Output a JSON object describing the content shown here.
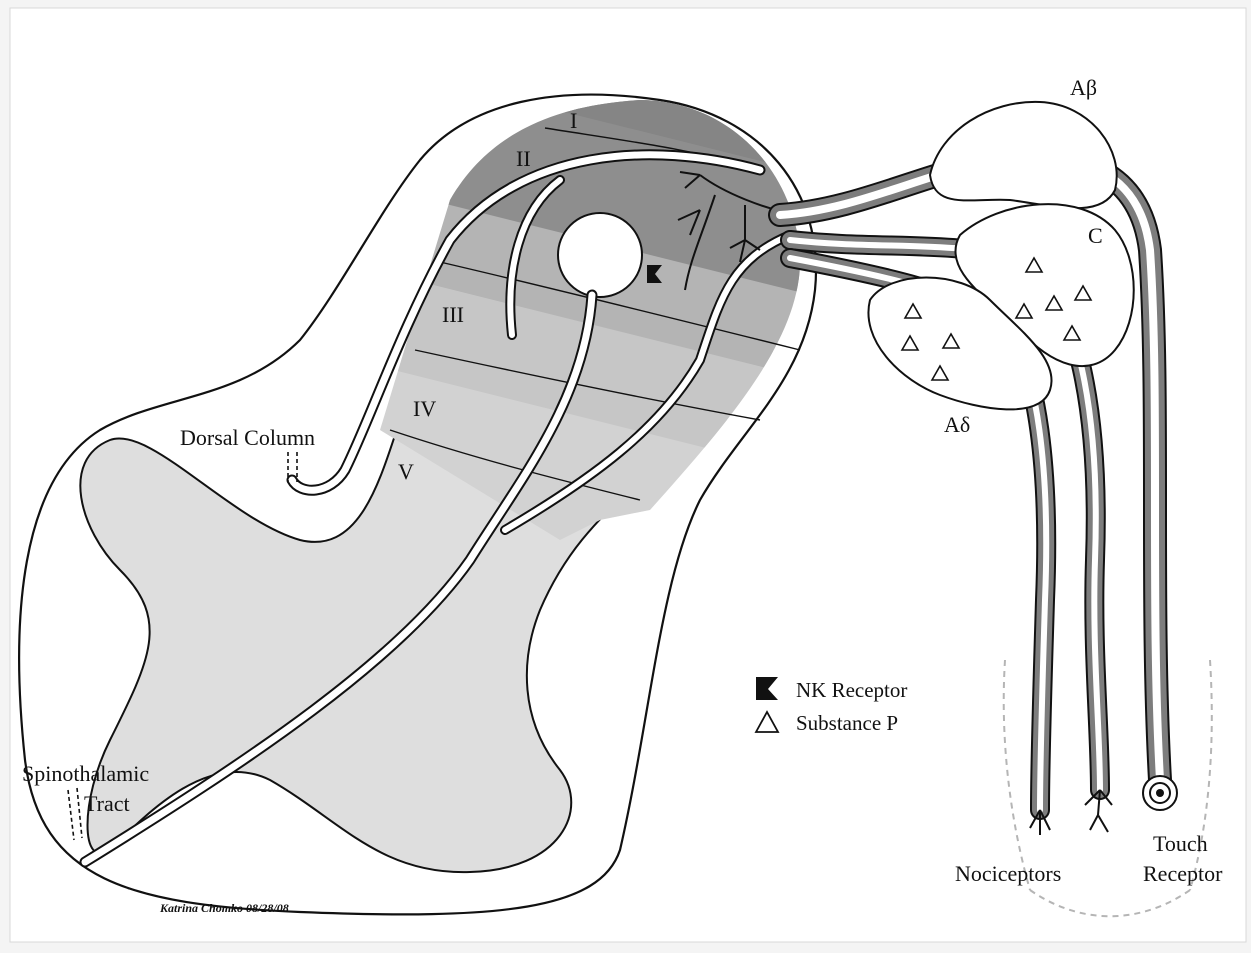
{
  "labels": {
    "lamina_I": "I",
    "lamina_II": "II",
    "lamina_III": "III",
    "lamina_IV": "IV",
    "lamina_V": "V",
    "dorsal_column": "Dorsal Column",
    "spinothalamic_line1": "Spinothalamic",
    "spinothalamic_line2": "Tract",
    "a_beta": "Aβ",
    "c_fiber": "C",
    "a_delta": "Aδ",
    "nociceptors": "Nociceptors",
    "touch_line1": "Touch",
    "touch_line2": "Receptor"
  },
  "legend": {
    "nk_receptor": "NK Receptor",
    "substance_p": "Substance P"
  },
  "signature": "Katrina Chomko 08/28/08",
  "colors": {
    "background": "#f4f4f4",
    "paper": "#ffffff",
    "ink": "#111111",
    "lamina_I": "#8a8a8a",
    "lamina_II": "#8f8f8f",
    "lamina_III": "#b9b9b9",
    "lamina_IV": "#c9c9c9",
    "lamina_V": "#d5d5d5",
    "grey_matter": "#dedede",
    "myelin": "#7d7d7d"
  }
}
